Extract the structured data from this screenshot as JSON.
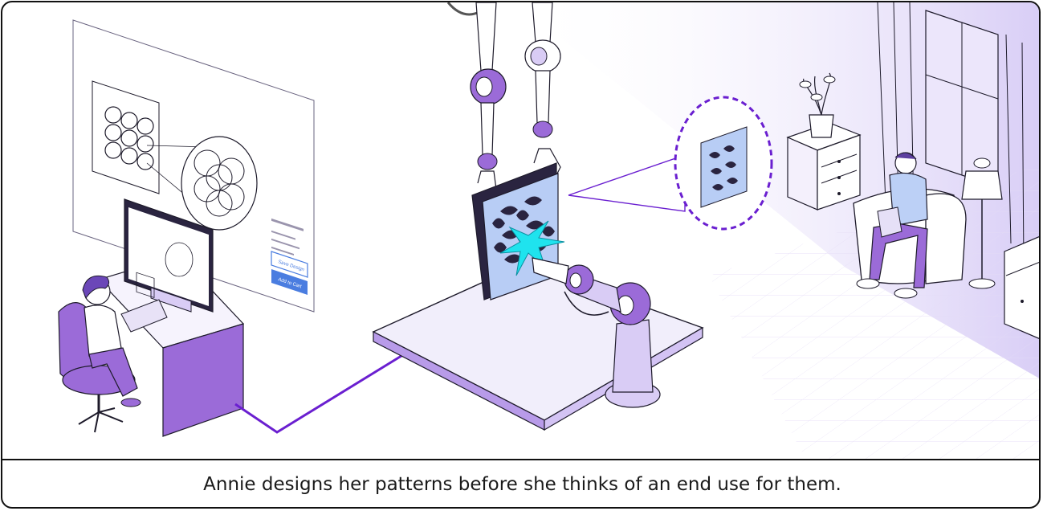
{
  "caption": "Annie designs her patterns before she thinks of an end use for them.",
  "panel_labels": {
    "screen_button_primary": "Save Design",
    "screen_button_secondary": "Add to Cart"
  },
  "colors": {
    "primary_purple": "#9b6bd8",
    "light_purple": "#d9ccf5",
    "dark_navy": "#2a2440",
    "accent_cyan": "#1fe3ee",
    "button_blue": "#4a7de0",
    "line": "#1d1a2a"
  }
}
